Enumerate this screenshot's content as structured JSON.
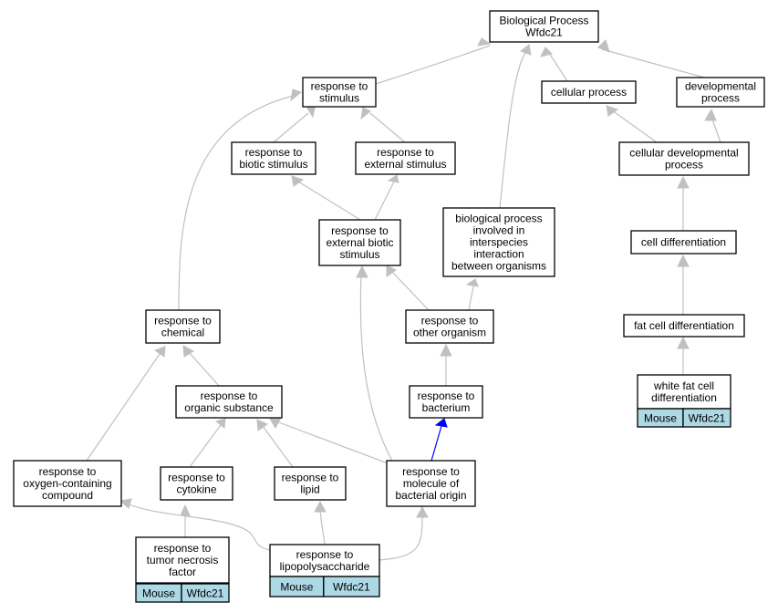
{
  "colors": {
    "edge": "#c0c0c0",
    "highlight_edge": "#0000ff",
    "tag_fill": "#add8e6"
  },
  "nodes": {
    "root": [
      "Biological Process",
      "Wfdc21"
    ],
    "response_to_stimulus": [
      "response to",
      "stimulus"
    ],
    "cellular_process": [
      "cellular process"
    ],
    "developmental_process": [
      "developmental",
      "process"
    ],
    "response_to_biotic_stimulus": [
      "response to",
      "biotic stimulus"
    ],
    "response_to_external_stimulus": [
      "response to",
      "external stimulus"
    ],
    "cellular_developmental_process": [
      "cellular developmental",
      "process"
    ],
    "response_to_external_biotic_stimulus": [
      "response to",
      "external biotic",
      "stimulus"
    ],
    "interspecies_interaction": [
      "biological process",
      "involved in",
      "interspecies",
      "interaction",
      "between organisms"
    ],
    "cell_differentiation": [
      "cell differentiation"
    ],
    "response_to_chemical": [
      "response to",
      "chemical"
    ],
    "response_to_other_organism": [
      "response to",
      "other organism"
    ],
    "fat_cell_differentiation": [
      "fat cell differentiation"
    ],
    "response_to_organic_substance": [
      "response to",
      "organic substance"
    ],
    "response_to_bacterium": [
      "response to",
      "bacterium"
    ],
    "white_fat_cell_differentiation": [
      "white fat cell",
      "differentiation"
    ],
    "response_to_oxygen_compound": [
      "response to",
      "oxygen-containing",
      "compound"
    ],
    "response_to_cytokine": [
      "response to",
      "cytokine"
    ],
    "response_to_lipid": [
      "response to",
      "lipid"
    ],
    "response_to_molecule_bacterial": [
      "response to",
      "molecule of",
      "bacterial origin"
    ],
    "response_to_tnf": [
      "response to",
      "tumor necrosis",
      "factor"
    ],
    "response_to_lps": [
      "response to",
      "lipopolysaccharide"
    ]
  },
  "tags": {
    "white_fat_cell_differentiation": [
      "Mouse",
      "Wfdc21"
    ],
    "response_to_tnf": [
      "Mouse",
      "Wfdc21"
    ],
    "response_to_lps": [
      "Mouse",
      "Wfdc21"
    ]
  }
}
